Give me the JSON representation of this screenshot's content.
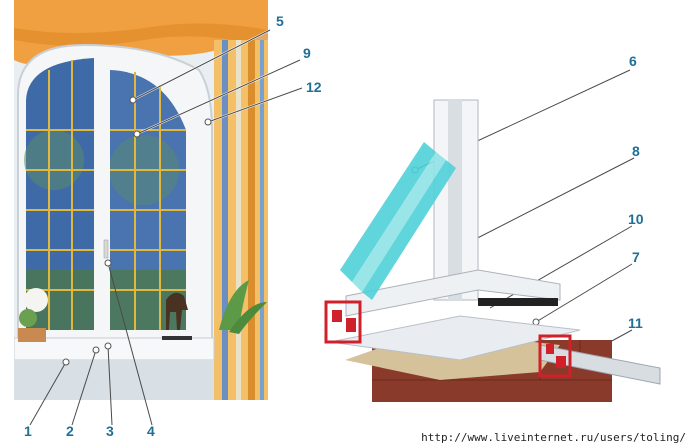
{
  "labels": {
    "n1": "1",
    "n2": "2",
    "n3": "3",
    "n4": "4",
    "n5": "5",
    "n6": "6",
    "n7": "7",
    "n8": "8",
    "n9": "9",
    "n10": "10",
    "n11": "11",
    "n12": "12"
  },
  "footer": {
    "url": "http://www.liveinternet.ru/users/toling/"
  },
  "colors": {
    "label": "#1f6f96",
    "curtain": "#f0a040",
    "glass": "#4fd0d8",
    "seal": "#d0202a",
    "brick": "#8a3a2a"
  }
}
